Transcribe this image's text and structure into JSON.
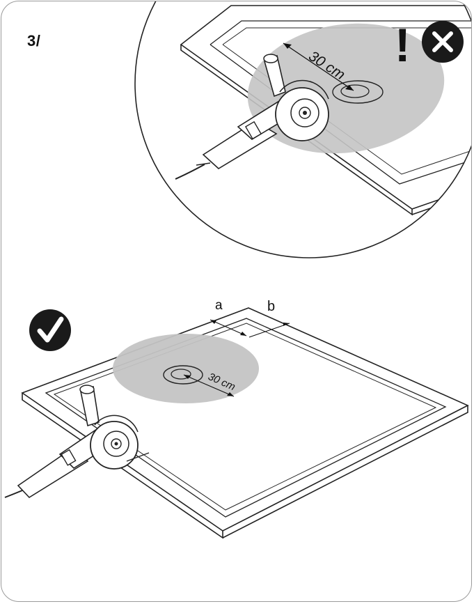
{
  "step": {
    "label": "3/"
  },
  "wrong_example": {
    "warning_glyph": "!",
    "status_icon": "cross-in-circle-icon",
    "dimension_label": "30 cm",
    "colors": {
      "zone": "#c4c4c4",
      "icon": "#1a1a1a"
    }
  },
  "correct_example": {
    "status_icon": "check-in-circle-icon",
    "dimension_label": "30 cm",
    "label_a": "a",
    "label_b": "b",
    "colors": {
      "zone": "#c4c4c4",
      "icon": "#1a1a1a"
    }
  }
}
